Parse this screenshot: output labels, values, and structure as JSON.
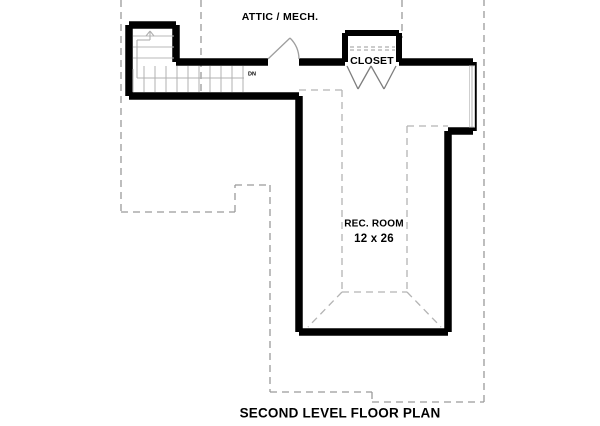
{
  "drawing": {
    "title": "SECOND LEVEL FLOOR PLAN",
    "line_color": "#000000",
    "dashed_color": "#9a9a9a",
    "background": "#ffffff"
  },
  "labels": {
    "attic": "ATTIC / MECH.",
    "closet": "CLOSET",
    "stair_direction": "DN"
  },
  "rooms": [
    {
      "id": "rec-room",
      "name": "REC. ROOM",
      "dimensions": "12 x 26"
    }
  ]
}
